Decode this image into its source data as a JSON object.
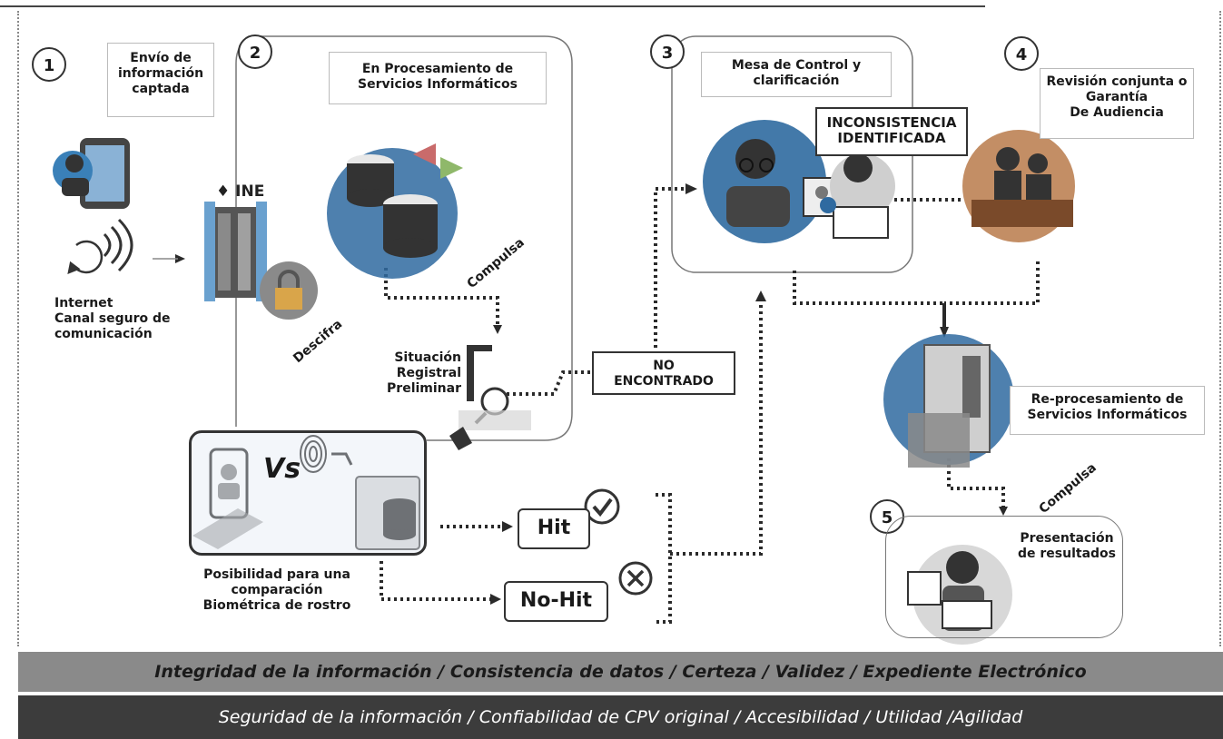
{
  "steps": {
    "s1": {
      "num": "1",
      "label": [
        "Envío de",
        "información",
        "captada"
      ]
    },
    "s2": {
      "num": "2",
      "label": [
        "En Procesamiento de",
        "Servicios Informáticos"
      ]
    },
    "s3": {
      "num": "3",
      "label": [
        "Mesa de Control y",
        "clarificación"
      ]
    },
    "s4": {
      "num": "4",
      "label": [
        "Revisión conjunta o",
        "Garantía",
        "De Audiencia"
      ]
    },
    "s5": {
      "num": "5",
      "label": [
        "Presentación",
        "de resultados"
      ]
    }
  },
  "texts": {
    "internet": [
      "Internet",
      "Canal seguro de",
      "comunicación"
    ],
    "descifra": "Descifra",
    "compulsa": "Compulsa",
    "compulsa2": "Compulsa",
    "situacion": [
      "Situación",
      "Registral",
      "Preliminar"
    ],
    "no_encontrado": [
      "NO",
      "ENCONTRADO"
    ],
    "inconsistencia": [
      "INCONSISTENCIA",
      "IDENTIFICADA"
    ],
    "reprocesamiento": [
      "Re-procesamiento de",
      "Servicios Informáticos"
    ],
    "hit": "Hit",
    "nohit": "No-Hit",
    "vs": "Vs",
    "biometrica": [
      "Posibilidad para una",
      "comparación",
      "Biométrica de rostro"
    ],
    "ine": "INE"
  },
  "footer": {
    "line1": "Integridad de la información / Consistencia de datos / Certeza / Validez / Expediente Electrónico",
    "line2": "Seguridad de la información / Confiabilidad de CPV original / Accesibilidad / Utilidad /Agilidad"
  },
  "colors": {
    "line1_bg": "#8a8a8a",
    "line2_bg": "#3c3c3c",
    "dots": "#2a2a2a"
  },
  "icons": [
    "user-phone-icon",
    "wifi-icon",
    "sync-icon",
    "server-ine-icon",
    "lock-icon",
    "database-icon",
    "key-search-icon",
    "operator-icon",
    "meeting-icon",
    "reprocessing-server-icon",
    "results-operator-icon",
    "face-phone-icon",
    "fingerprint-icon",
    "check-icon",
    "cross-icon"
  ]
}
